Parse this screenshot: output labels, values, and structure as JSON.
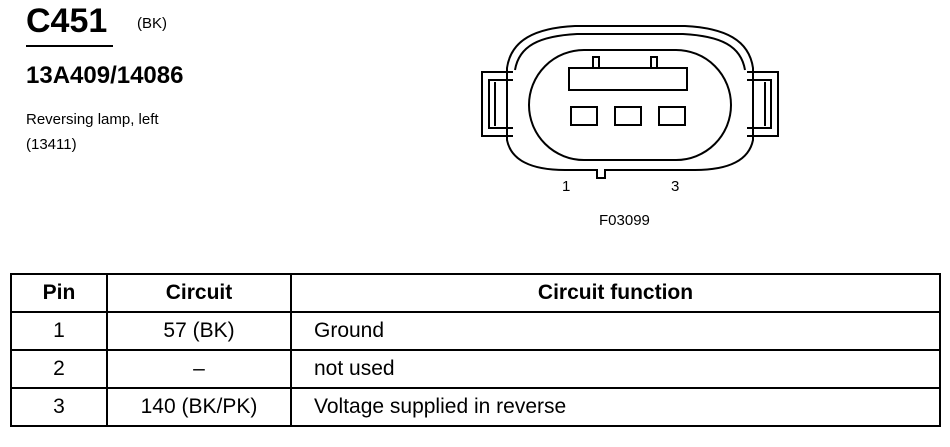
{
  "connector": {
    "id": "C451",
    "color_code": "(BK)",
    "part_number": "13A409/14086",
    "description": "Reversing lamp, left",
    "component_ref": "(13411)"
  },
  "diagram": {
    "pin_labels": [
      "1",
      "3"
    ],
    "figure_id": "F03099"
  },
  "table": {
    "headers": [
      "Pin",
      "Circuit",
      "Circuit function"
    ],
    "rows": [
      {
        "pin": "1",
        "circuit": "57 (BK)",
        "function": "Ground"
      },
      {
        "pin": "2",
        "circuit": "–",
        "function": "not used"
      },
      {
        "pin": "3",
        "circuit": "140 (BK/PK)",
        "function": "Voltage supplied in reverse"
      }
    ]
  }
}
